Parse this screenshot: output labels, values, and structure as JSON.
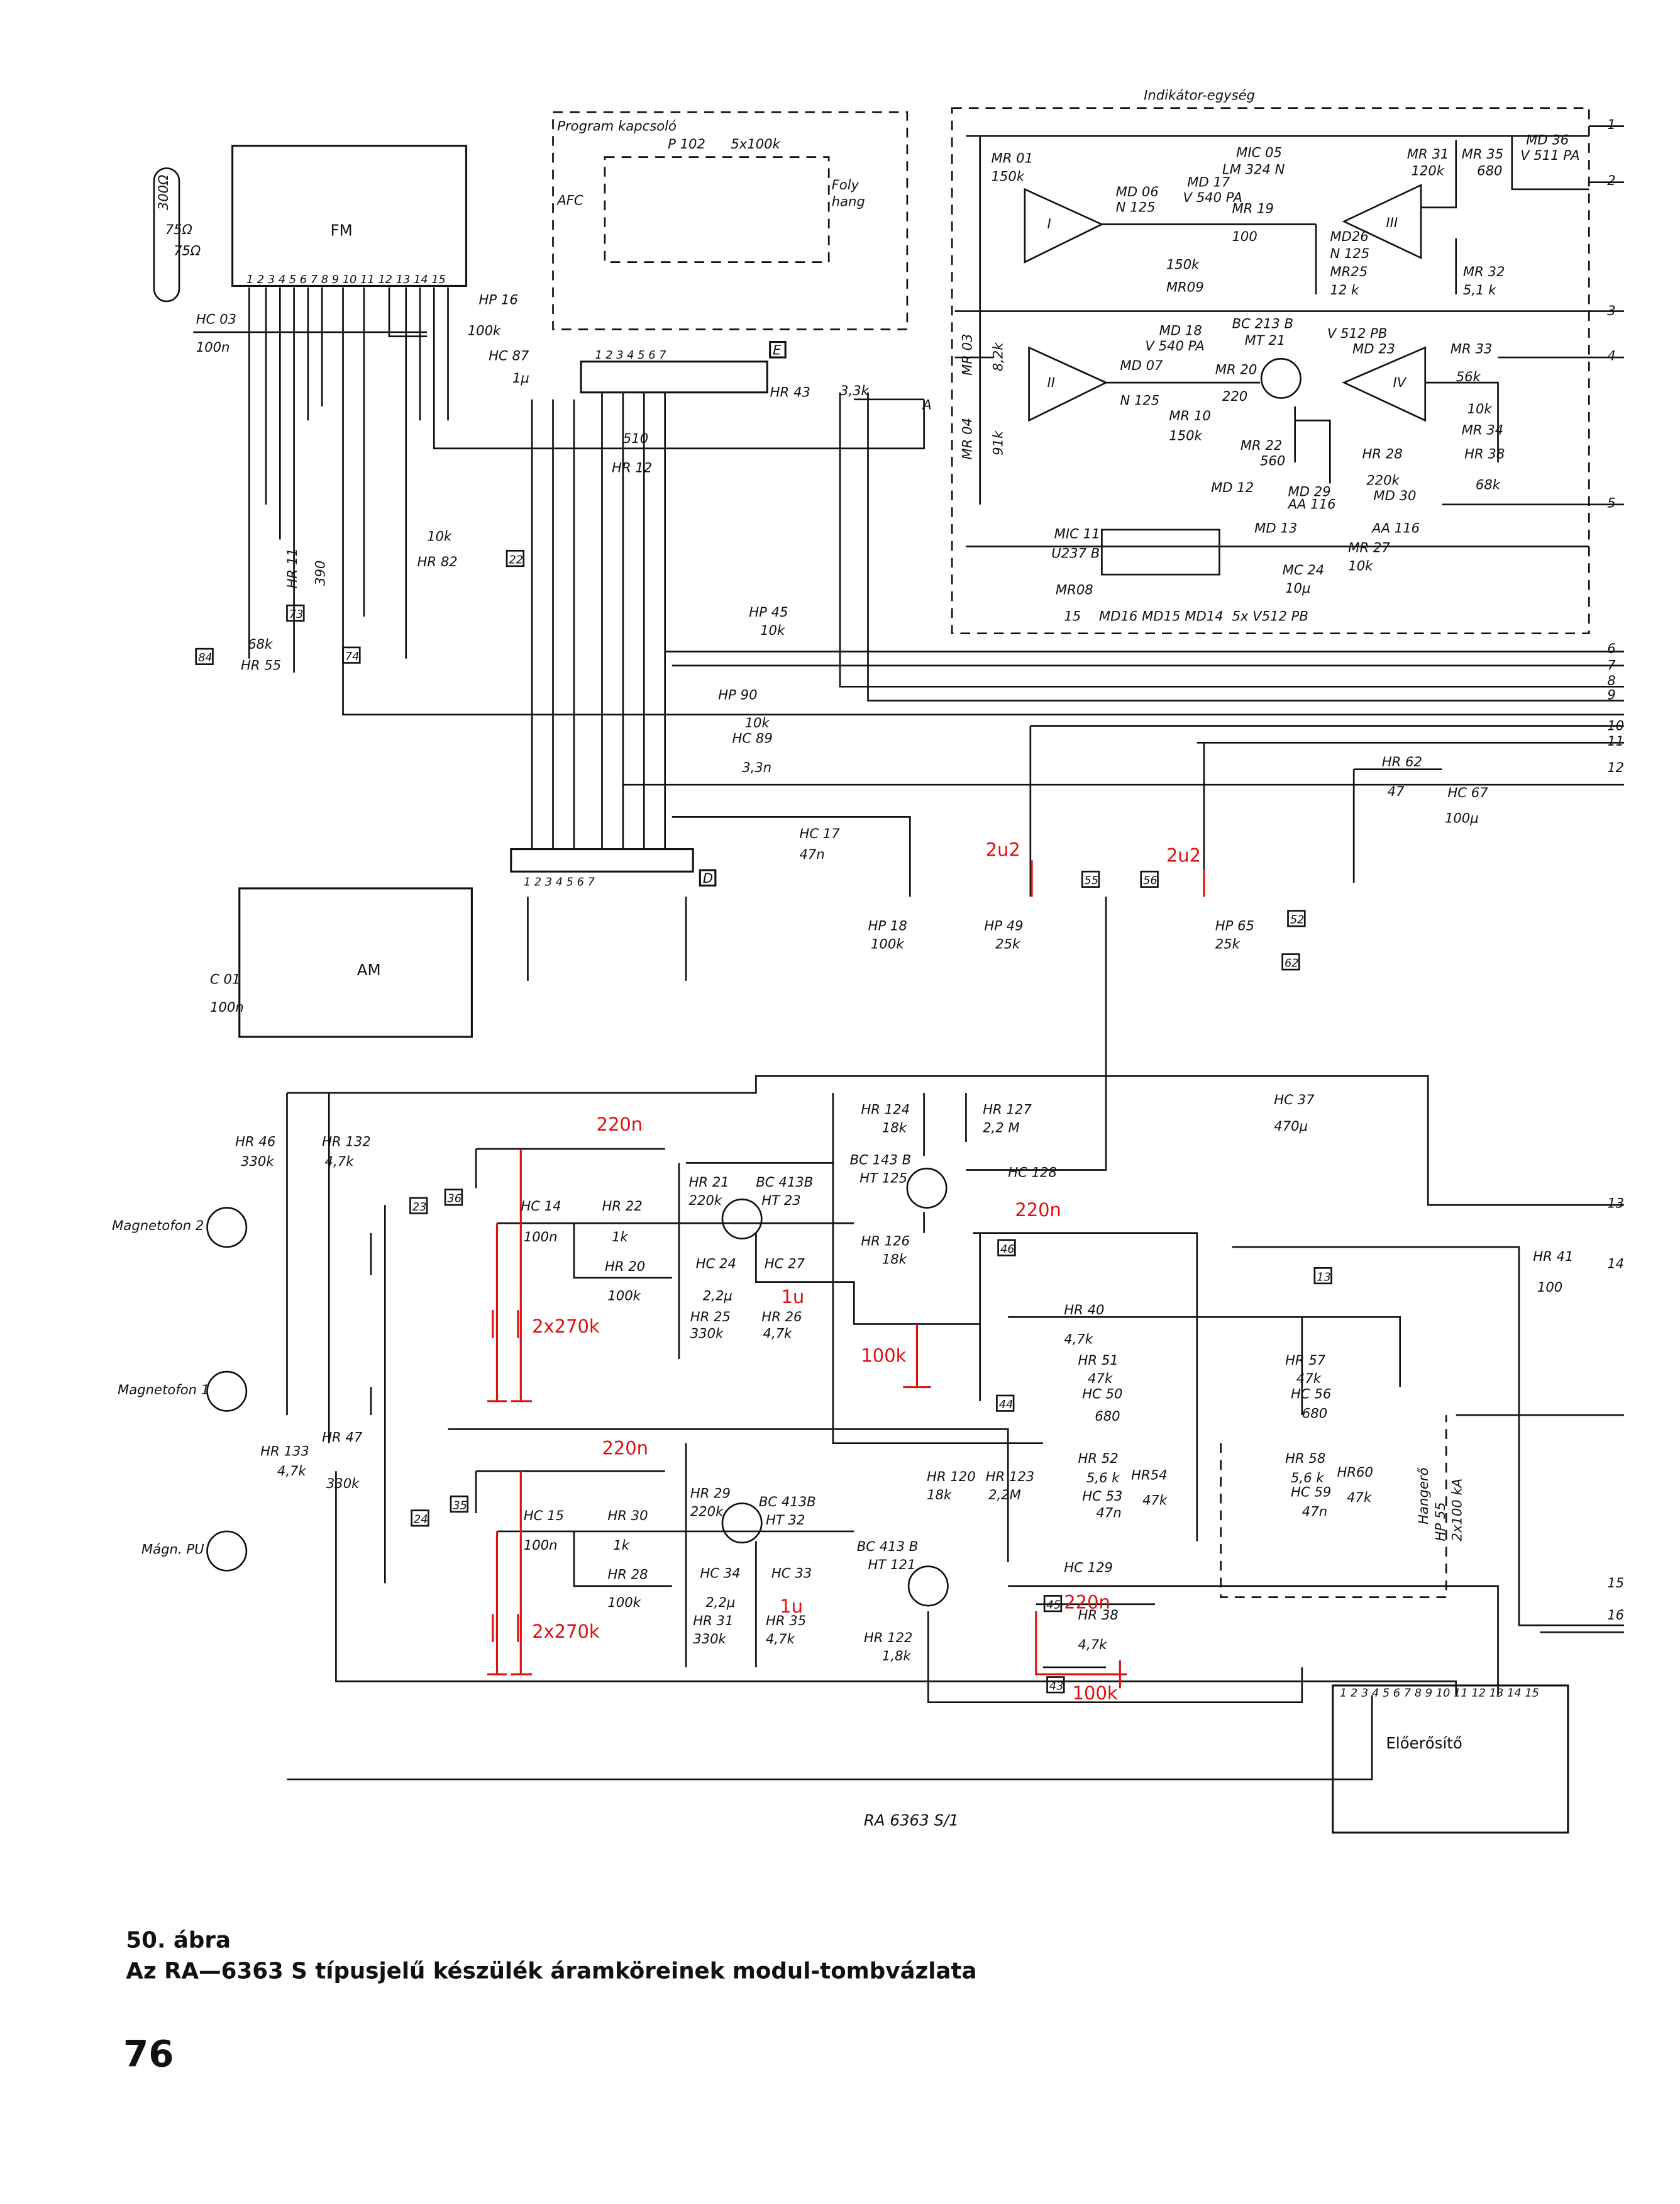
{
  "modules": {
    "fm": "FM",
    "am": "AM",
    "preamp": "Előerősítő",
    "indicator_title": "Indikátor-egység",
    "program_switch_title": "Program kapcsoló",
    "connector_e": "E",
    "connector_d": "D",
    "drawing_id": "RA 6363 S/1"
  },
  "pin_rows": {
    "fm_pins": "1 2 3 4 5 6 7 8 9 10 11 12 13 14 15",
    "preamp_pins": "1 2 3 4 5 6 7 8 9 10 11 12 13 14 15",
    "e_pins": "1   2   3   4   5   6   7",
    "d_pins": "1   2   3   4   5   6   7"
  },
  "labels": [
    "75Ω",
    "75Ω",
    "HC 03",
    "100n",
    "HP 16",
    "100k",
    "HC 87",
    "1μ",
    "P 102",
    "5x100k",
    "AFC",
    "Foly",
    "hang",
    "HR 43",
    "3,3k",
    "A",
    "510",
    "HR 12",
    "10k",
    "HR 82",
    "68k",
    "HR 55",
    "HP 45",
    "10k",
    "HP 90",
    "10k",
    "HC 89",
    "3,3n",
    "HR 62",
    "47",
    "HC 67",
    "100μ",
    "HC 17",
    "47n",
    "HP 18",
    "100k",
    "HP 49",
    "25k",
    "HP 65",
    "25k",
    "C 01",
    "100n",
    "HR 46",
    "330k",
    "HR 132",
    "4,7k",
    "HR 124",
    "18k",
    "HR 127",
    "2,2 M",
    "HC 37",
    "470μ",
    "HR 21",
    "220k",
    "BC 413B",
    "HT 23",
    "BC 143 B",
    "HT 125",
    "HC 128",
    "Magnetofon 2",
    "HC 14",
    "100n",
    "HR 22",
    "1k",
    "HR 126",
    "18k",
    "HC 27",
    "HR 20",
    "100k",
    "HC 24",
    "2,2μ",
    "HR 41",
    "100",
    "HR 25",
    "330k",
    "HR 26",
    "4,7k",
    "HR 40",
    "4,7k",
    "HR 51",
    "47k",
    "HC 50",
    "680",
    "HR 57",
    "47k",
    "HC 56",
    "680",
    "Magnetofon 1",
    "HR 47",
    "330k",
    "HR 133",
    "4,7k",
    "HR 29",
    "220k",
    "BC 413B",
    "HT 32",
    "HR 120",
    "18k",
    "HR 123",
    "2,2M",
    "HR 52",
    "5,6 k",
    "HR54",
    "HC 53",
    "47n",
    "47k",
    "HR 58",
    "5,6 k",
    "HR60",
    "HC 59",
    "47n",
    "47k",
    "Mágn. PU",
    "HC 15",
    "100n",
    "HR 30",
    "1k",
    "BC 413 B",
    "HT 121",
    "HC 129",
    "HR 28",
    "100k",
    "HC 34",
    "2,2μ",
    "HC 33",
    "HR 38",
    "4,7k",
    "HR 31",
    "330k",
    "HR 35",
    "4,7k",
    "HR 122",
    "1,8k",
    "MR 01",
    "150k",
    "MIC 05",
    "LM 324 N",
    "MD 17",
    "V 540 PA",
    "MD 06",
    "N 125",
    "MR 19",
    "100",
    "MR 31",
    "120k",
    "MR 35",
    "680",
    "MD 36",
    "V 511 PA",
    "MD26",
    "N 125",
    "150k",
    "MR09",
    "MR25",
    "12 k",
    "MR 32",
    "5,1 k",
    "MD 18",
    "V 540 PA",
    "BC 213 B",
    "MT 21",
    "V 512 PB",
    "MD 23",
    "MR 33",
    "56k",
    "MD 07",
    "N 125",
    "MR 20",
    "220",
    "MR 10",
    "150k",
    "10k",
    "MR 34",
    "MR 22",
    "560",
    "HR 28",
    "220k",
    "HR 38",
    "68k",
    "MD 12",
    "MD 29",
    "AA 116",
    "MD 30",
    "AA 116",
    "MIC 11",
    "U237 B",
    "MD 13",
    "MC 24",
    "10μ",
    "MR 27",
    "10k",
    "MR08",
    "15",
    "MD16 MD15 MD14",
    "5x V512 PB",
    "I",
    "II",
    "III",
    "IV"
  ],
  "rotated_labels": [
    "300Ω",
    "HR 11",
    "390",
    "MR 03",
    "8,2k",
    "MR 04",
    "91k",
    "Hangerő",
    "HP 55",
    "2x100 kA"
  ],
  "boxed_labels": [
    "22",
    "73",
    "84",
    "74",
    "55",
    "56",
    "52",
    "62",
    "23",
    "36",
    "46",
    "13",
    "44",
    "35",
    "24",
    "45",
    "43"
  ],
  "terminals": [
    "1",
    "2",
    "3",
    "4",
    "5",
    "6",
    "7",
    "8",
    "9",
    "10",
    "11",
    "12",
    "13",
    "14",
    "15",
    "16"
  ],
  "annotations": [
    "2u2",
    "2u2",
    "220n",
    "220n",
    "1u",
    "2x270k",
    "100k",
    "220n",
    "1u",
    "220n",
    "2x270k",
    "100k"
  ],
  "annotation_color": "#e01010",
  "caption": {
    "figure": "50. ábra",
    "text": "Az RA—6363 S típusjelű készülék áramköreinek modul-tombvázlata",
    "page_number": "76"
  }
}
